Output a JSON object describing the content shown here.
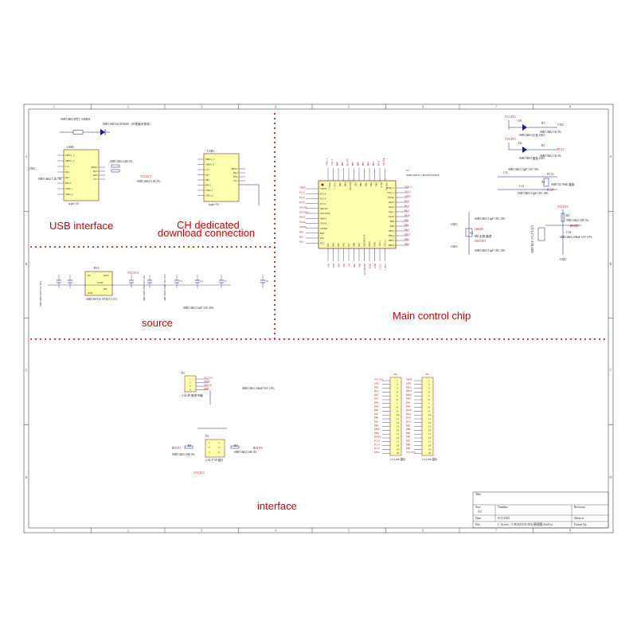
{
  "zones": {
    "columns": [
      "1",
      "2",
      "3",
      "4",
      "5",
      "6",
      "7",
      "8"
    ],
    "rows": [
      "A",
      "B",
      "C",
      "D"
    ]
  },
  "sections": {
    "usb": "USB interface",
    "ch_line1": "CH dedicated",
    "ch_line2": "download connection",
    "source": "source",
    "main": "Main control chip",
    "interface": "interface"
  },
  "usb_block": {
    "top_note": "SMD 0805 PPTC 500MA",
    "diode_note": "SMD SOD323 BAS40 （SI表面半导体）",
    "ref": "USB2",
    "res_note": "SMD 0402 22R 5%",
    "vcc_label": "VCC3V3",
    "pins_left": [
      "VBUS_1",
      "VBUS_2",
      "CC1",
      "Dp1",
      "Dn1",
      "RFU1",
      "GND_1",
      "GND_2"
    ],
    "pins_right": [
      "RFU2",
      "Dp2",
      "Dn2",
      "CC2"
    ],
    "res_left": "SMD 0402 5.1K 5%",
    "res_right": "SMD 0402 5.1K 5%",
    "gnd": "GND",
    "part": "typec-16"
  },
  "ch_block": {
    "ref": "USB3",
    "pins_left": [
      "VBUS_1",
      "VBUS_2",
      "CC1",
      "Dp1",
      "Dn1",
      "RFU1",
      "GND_1",
      "GND_2"
    ],
    "pins_right": [
      "RFU2",
      "Dp2",
      "Dn2",
      "CC2"
    ],
    "part": "typec-16"
  },
  "source_block": {
    "ref": "PU3",
    "pins": [
      "IN",
      "OUT",
      "GND",
      "EP",
      "ADJ"
    ],
    "reg_note": "SMD SOT23 XC6211 3V3",
    "cap_note": "SMD 0402 10uF 16V 10%",
    "cap_note2": "SMD 0402 100nF 16V 10%",
    "cap_note3": "SMD 0603 10uF 16V 20%",
    "bottom_note": "SMD 0402 10uF 16V 20%",
    "vcc": "VCC3V3",
    "c_labels": [
      "C3",
      "C4",
      "C5",
      "C6"
    ]
  },
  "mcu": {
    "ref": "U1",
    "part": "SMD QFP32 CH32F103C8T6",
    "pins_left": [
      "VBAT",
      "PC13",
      "PC14",
      "PC15",
      "OSCIN",
      "OSCOUT",
      "NRST",
      "VSSA",
      "VDDA",
      "PA0",
      "PA1",
      "PA2"
    ],
    "pins_right": [
      "VDD_2",
      "VSS_2",
      "SWIO",
      "PA13",
      "PA12",
      "PA11",
      "PA10",
      "PA9",
      "PA8",
      "PB15",
      "PB14",
      "PB13",
      "PB12"
    ],
    "pins_top": [
      "VDD_3",
      "VSS_3",
      "PB9",
      "PB8",
      "BOOT0",
      "PB7",
      "PB6",
      "PB5",
      "PB4",
      "PB3",
      "PA15",
      "SWCLK"
    ],
    "pins_bottom": [
      "PA3",
      "PA4",
      "PA5",
      "PA6",
      "PA7",
      "PB0",
      "PB1",
      "PB2/BOOT1",
      "PB10",
      "PB11",
      "VSS_1",
      "VDD_1"
    ]
  },
  "crystal": {
    "ref": "X1",
    "note": "8M 无源 晶振",
    "cap_note": "SMD 0402 15pF 16V 10%",
    "osc_in": "OSCIN",
    "osc_out": "OSCOUT",
    "gnd": "GND"
  },
  "leds": {
    "vcc": "VCC3V3",
    "d1": "D1",
    "d2": "D2",
    "r1": "R1",
    "r2": "R2",
    "note1": "SMD 0603 红色 LED",
    "note2": "SMD 0603 蓝色 LED",
    "rnote": "SMD 0402 1K 5%",
    "net1": "GND",
    "net2": "PC13"
  },
  "rtc": {
    "cap": "C11",
    "note": "SMD 0402 12pF 16V 10%",
    "net": "PC14",
    "x2": "X2",
    "x2_note": "SMD 32.768K 晶振",
    "cap2": "C12",
    "note2": "SMD 0402 12pF 16V 10%",
    "net2": "PC15"
  },
  "reset": {
    "vcc": "VCC3V3",
    "r": "R3",
    "rnote": "SMD 0402 10K 5%",
    "net": "RESET",
    "sw": "SMD KEY 2*3.2*1.4(?)",
    "cap": "C10",
    "cnote": "SMD 0402 100nF 16V 10%",
    "gnd": "GND"
  },
  "swd": {
    "ref": "P2",
    "pins": [
      "1",
      "2",
      "3",
      "4"
    ],
    "nets": [
      "VCC3V3",
      "SWIO",
      "SWCLK",
      "GND"
    ],
    "note": "2.54 4P 单排 90度",
    "cap_note": "SMD 0402 100nF 16V 10%"
  },
  "boot": {
    "ref": "P5",
    "r3": "R3",
    "r4": "R4",
    "net_left": "BOOT1",
    "net_right": "BOOT0",
    "note": "2.54 2*3P 直针",
    "rnote": "SMD 0402 10K 5%",
    "vcc": "VCC3V3",
    "pins": [
      "1",
      "2",
      "3",
      "4",
      "5",
      "6"
    ]
  },
  "header_p4": {
    "ref": "P4",
    "pin_nums": [
      "1",
      "2",
      "3",
      "4",
      "5",
      "6",
      "7",
      "8",
      "9",
      "10",
      "11",
      "12",
      "13",
      "14",
      "15",
      "16",
      "17",
      "18",
      "19",
      "20"
    ],
    "nets": [
      "VCC3V3",
      "GND",
      "PA0",
      "PA1",
      "PA2",
      "PA3",
      "PA4",
      "PA5",
      "PA6",
      "PA7",
      "PB0",
      "PB1",
      "PB2",
      "PB10",
      "PB11",
      "RESET",
      "PC13",
      "PC14",
      "PC15",
      "GND"
    ],
    "note": "2.54 20P 直针"
  },
  "header_p3": {
    "ref": "P3",
    "pin_nums": [
      "1",
      "2",
      "3",
      "4",
      "5",
      "6",
      "7",
      "8",
      "9",
      "10",
      "11",
      "12",
      "13",
      "14",
      "15",
      "16",
      "17",
      "18",
      "19",
      "20"
    ],
    "nets": [
      "VBAT",
      "GND",
      "PB12",
      "PB13",
      "PB14",
      "PB15",
      "PA8",
      "PA9",
      "PA10",
      "PA11",
      "PA12",
      "PA15",
      "PB3",
      "PB4",
      "PB5",
      "PB6",
      "PB7",
      "PB8",
      "PB9",
      "VCC3V3"
    ],
    "note": "2.54 20P 直针"
  },
  "title_block": {
    "title": "Title",
    "size": "Size",
    "size_val": "A3",
    "number": "Number",
    "revision": "Revision",
    "date": "Date",
    "date_val": "9/11/2023",
    "sheet": "Sheet    of",
    "file": "File",
    "file_val": "C:\\Users\\...\\CH32F103C8T6-原理图.SchDoc",
    "drawn_by": "Drawn By"
  },
  "colors": {
    "border": "#8a1a1a",
    "wire": "#1a1a8a",
    "net_red": "#b00000",
    "section_red": "#d40000",
    "chip_fill": "#ffffb0",
    "dashed": "#cc0000"
  }
}
